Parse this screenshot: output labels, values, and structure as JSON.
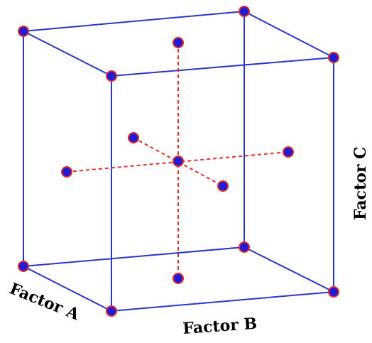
{
  "labels": {
    "factor_a": "Factor A",
    "factor_b": "Factor B",
    "factor_c": "Factor C"
  },
  "colors": {
    "cube_edge": "#2b35c9",
    "axis_line": "#e0302c",
    "point_fill": "#1f1bd6",
    "point_outline": "#e02a2a"
  },
  "design": {
    "type": "central composite design",
    "factors": 3,
    "cube_points": 8,
    "axial_points": 6,
    "center_points": 1
  }
}
